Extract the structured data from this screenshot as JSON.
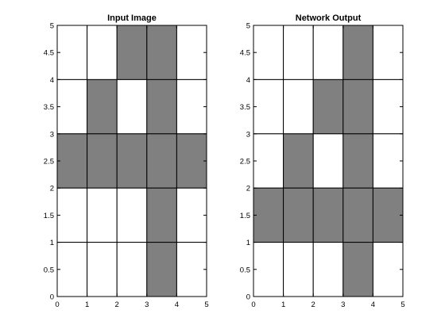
{
  "colors": {
    "background": "#ffffff",
    "filled_cell": "#808080",
    "empty_cell": "#ffffff",
    "grid_line": "#000000"
  },
  "chart_data": [
    {
      "type": "heatmap",
      "title": "Input Image",
      "xlabel": "",
      "ylabel": "",
      "xlim": [
        0,
        5
      ],
      "ylim": [
        0,
        5
      ],
      "xticks": [
        0,
        1,
        2,
        3,
        4,
        5
      ],
      "yticks": [
        0,
        0.5,
        1,
        1.5,
        2,
        2.5,
        3,
        3.5,
        4,
        4.5,
        5
      ],
      "grid": "cell borders",
      "cells_top_to_bottom": [
        [
          0,
          0,
          1,
          1,
          0
        ],
        [
          0,
          1,
          0,
          1,
          0
        ],
        [
          1,
          1,
          1,
          1,
          1
        ],
        [
          0,
          0,
          0,
          1,
          0
        ],
        [
          0,
          0,
          0,
          1,
          0
        ]
      ]
    },
    {
      "type": "heatmap",
      "title": "Network Output",
      "xlabel": "",
      "ylabel": "",
      "xlim": [
        0,
        5
      ],
      "ylim": [
        0,
        5
      ],
      "xticks": [
        0,
        1,
        2,
        3,
        4,
        5
      ],
      "yticks": [
        0,
        0.5,
        1,
        1.5,
        2,
        2.5,
        3,
        3.5,
        4,
        4.5,
        5
      ],
      "grid": "cell borders",
      "cells_top_to_bottom": [
        [
          0,
          0,
          0,
          1,
          0
        ],
        [
          0,
          0,
          1,
          1,
          0
        ],
        [
          0,
          1,
          0,
          1,
          0
        ],
        [
          1,
          1,
          1,
          1,
          1
        ],
        [
          0,
          0,
          0,
          1,
          0
        ]
      ]
    }
  ]
}
